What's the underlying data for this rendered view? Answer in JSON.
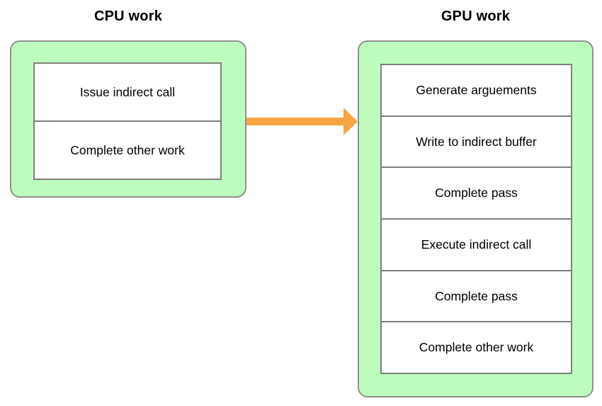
{
  "diagram": {
    "cpu": {
      "title": "CPU work",
      "rows": [
        "Issue indirect call",
        "Complete other work"
      ]
    },
    "gpu": {
      "title": "GPU work",
      "rows": [
        "Generate arguements",
        "Write to indirect buffer",
        "Complete pass",
        "Execute indirect call",
        "Complete pass",
        "Complete other work"
      ]
    },
    "arrow": {
      "meaning": "cpu-to-gpu-handoff",
      "direction": "right"
    },
    "colors": {
      "panel_fill": "#befcbe",
      "panel_border": "#8f8f8f",
      "box_fill": "#ffffff",
      "box_border": "#7f7f7f",
      "arrow": "#f6a542",
      "text": "#000000"
    }
  }
}
